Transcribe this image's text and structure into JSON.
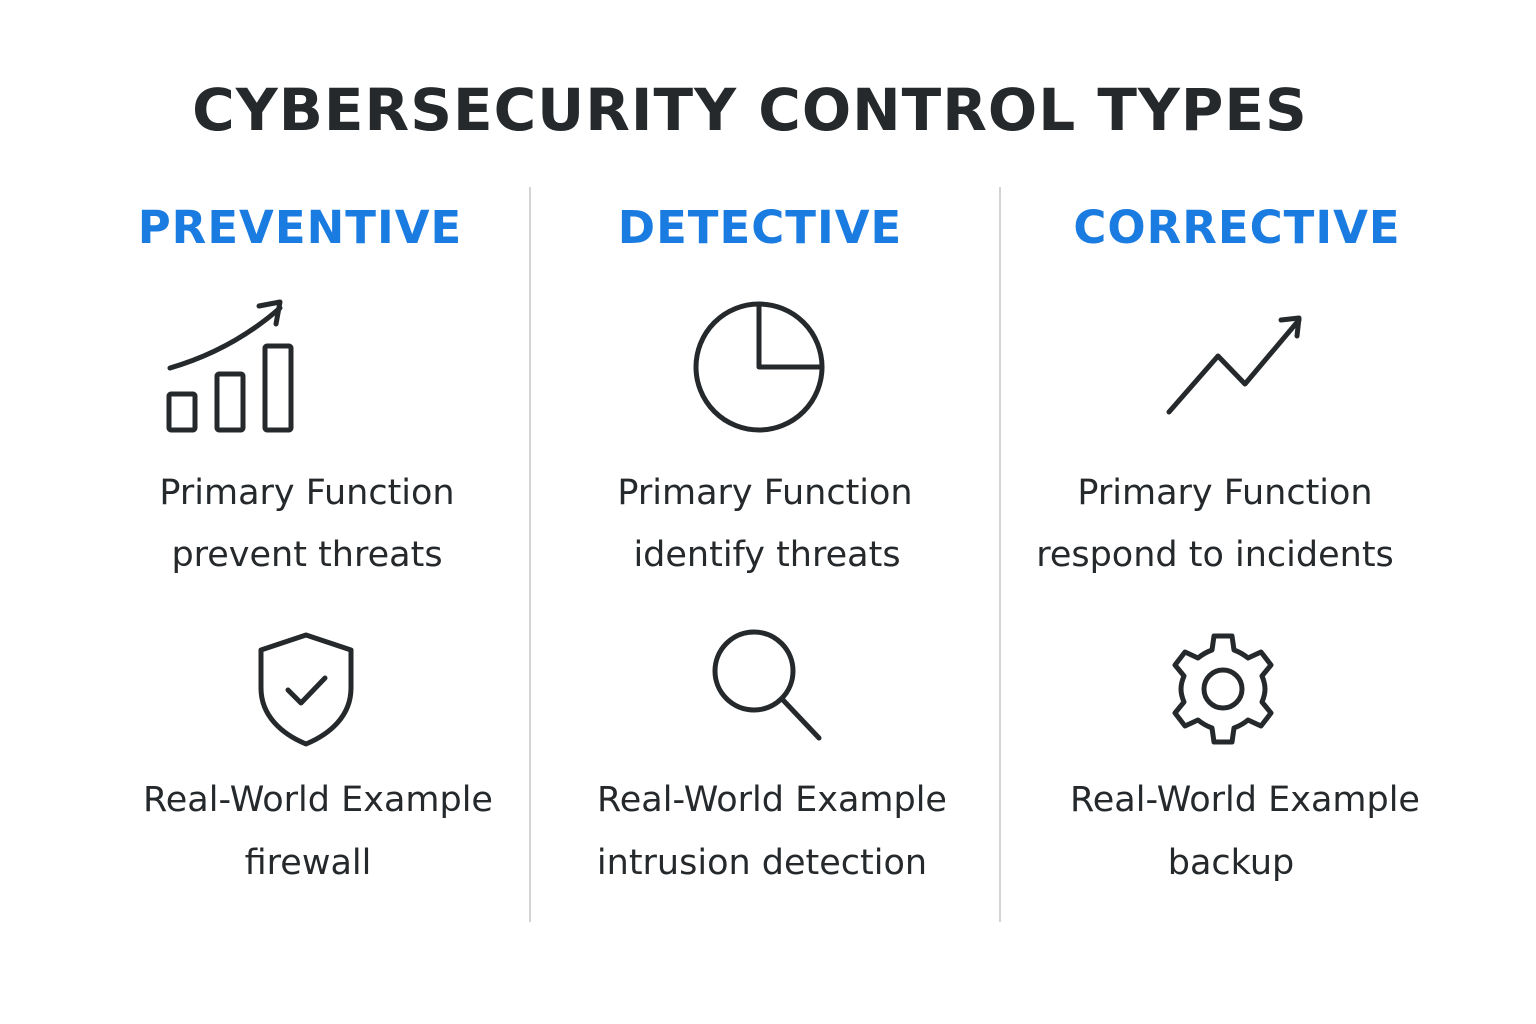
{
  "title": "CYBERSECURITY CONTROL TYPES",
  "colors": {
    "accent": "#1a7be0",
    "text": "#25292c",
    "divider": "#d4d4d4"
  },
  "columns": [
    {
      "name": "PREVENTIVE",
      "function_icon": "bar-chart-trend-icon",
      "function_heading": "Primary Function",
      "function_value": "prevent threats",
      "example_icon": "shield-check-icon",
      "example_heading": "Real-World Example",
      "example_value": "firewall"
    },
    {
      "name": "DETECTIVE",
      "function_icon": "pie-chart-icon",
      "function_heading": "Primary Function",
      "function_value": "identify threats",
      "example_icon": "search-icon",
      "example_heading": "Real-World Example",
      "example_value": "intrusion detection"
    },
    {
      "name": "CORRECTIVE",
      "function_icon": "trend-up-arrow-icon",
      "function_heading": "Primary Function",
      "function_value": "respond to incidents",
      "example_icon": "gear-icon",
      "example_heading": "Real-World Example",
      "example_value": "backup"
    }
  ]
}
